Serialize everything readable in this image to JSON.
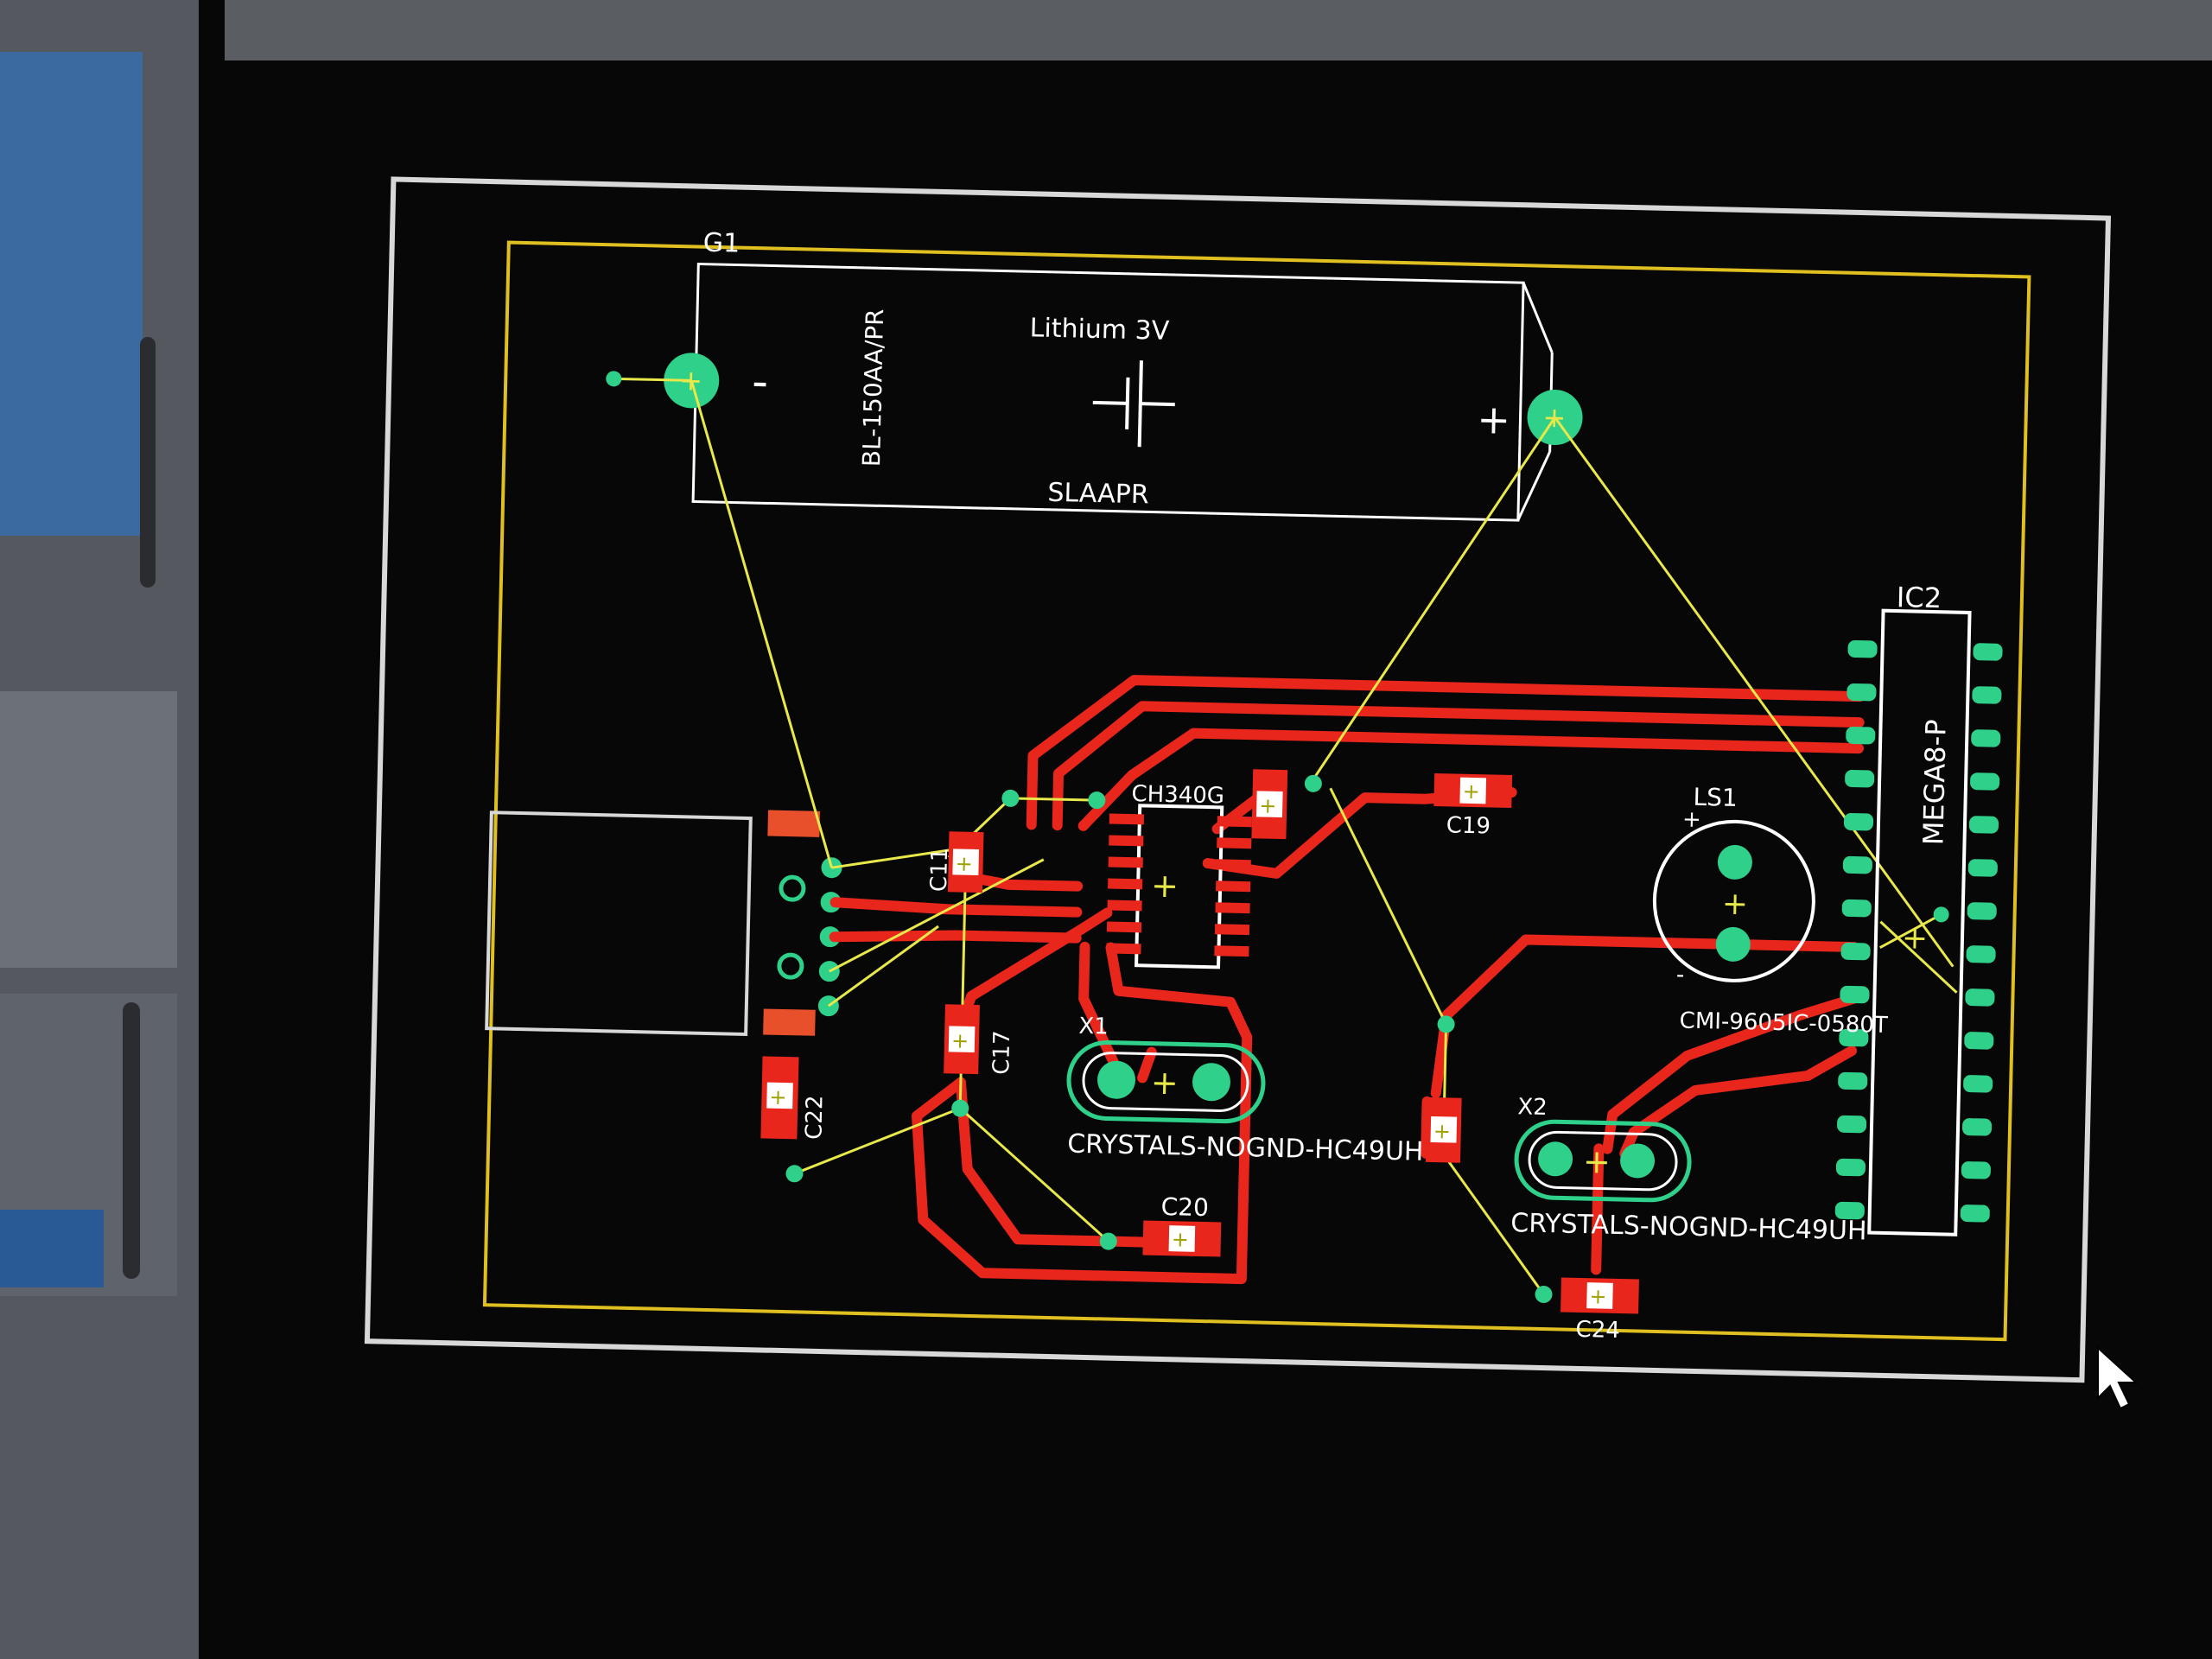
{
  "board": {
    "battery": {
      "name": "G1",
      "part": "BL-150AA/PR",
      "value": "Lithium 3V",
      "package": "SLAAPR",
      "minus_sign": "-",
      "plus_sign": "+"
    },
    "ic_usb": {
      "name": "CH340G"
    },
    "mcu": {
      "name": "IC2",
      "value": "MEGA8-P"
    },
    "speaker": {
      "name": "LS1",
      "value": "CMI-9605IC-0580T",
      "plus_sign": "+",
      "minus_sign": "-"
    },
    "crystal_1": {
      "name": "X1",
      "value": "CRYSTALS-NOGND-HC49UH"
    },
    "crystal_2": {
      "name": "X2",
      "value": "CRYSTALS-NOGND-HC49UH"
    },
    "capacitors": {
      "c11": "C11",
      "c17": "C17",
      "c19": "C19",
      "c20": "C20",
      "c22": "C22",
      "c24": "C24"
    }
  },
  "colors": {
    "trace": "#e8261c",
    "airwire": "#e8e84a",
    "pad": "#2fd08a",
    "silkscreen": "#ffffff",
    "board_outline": "#e0c020",
    "frame": "#d8d8d8"
  }
}
